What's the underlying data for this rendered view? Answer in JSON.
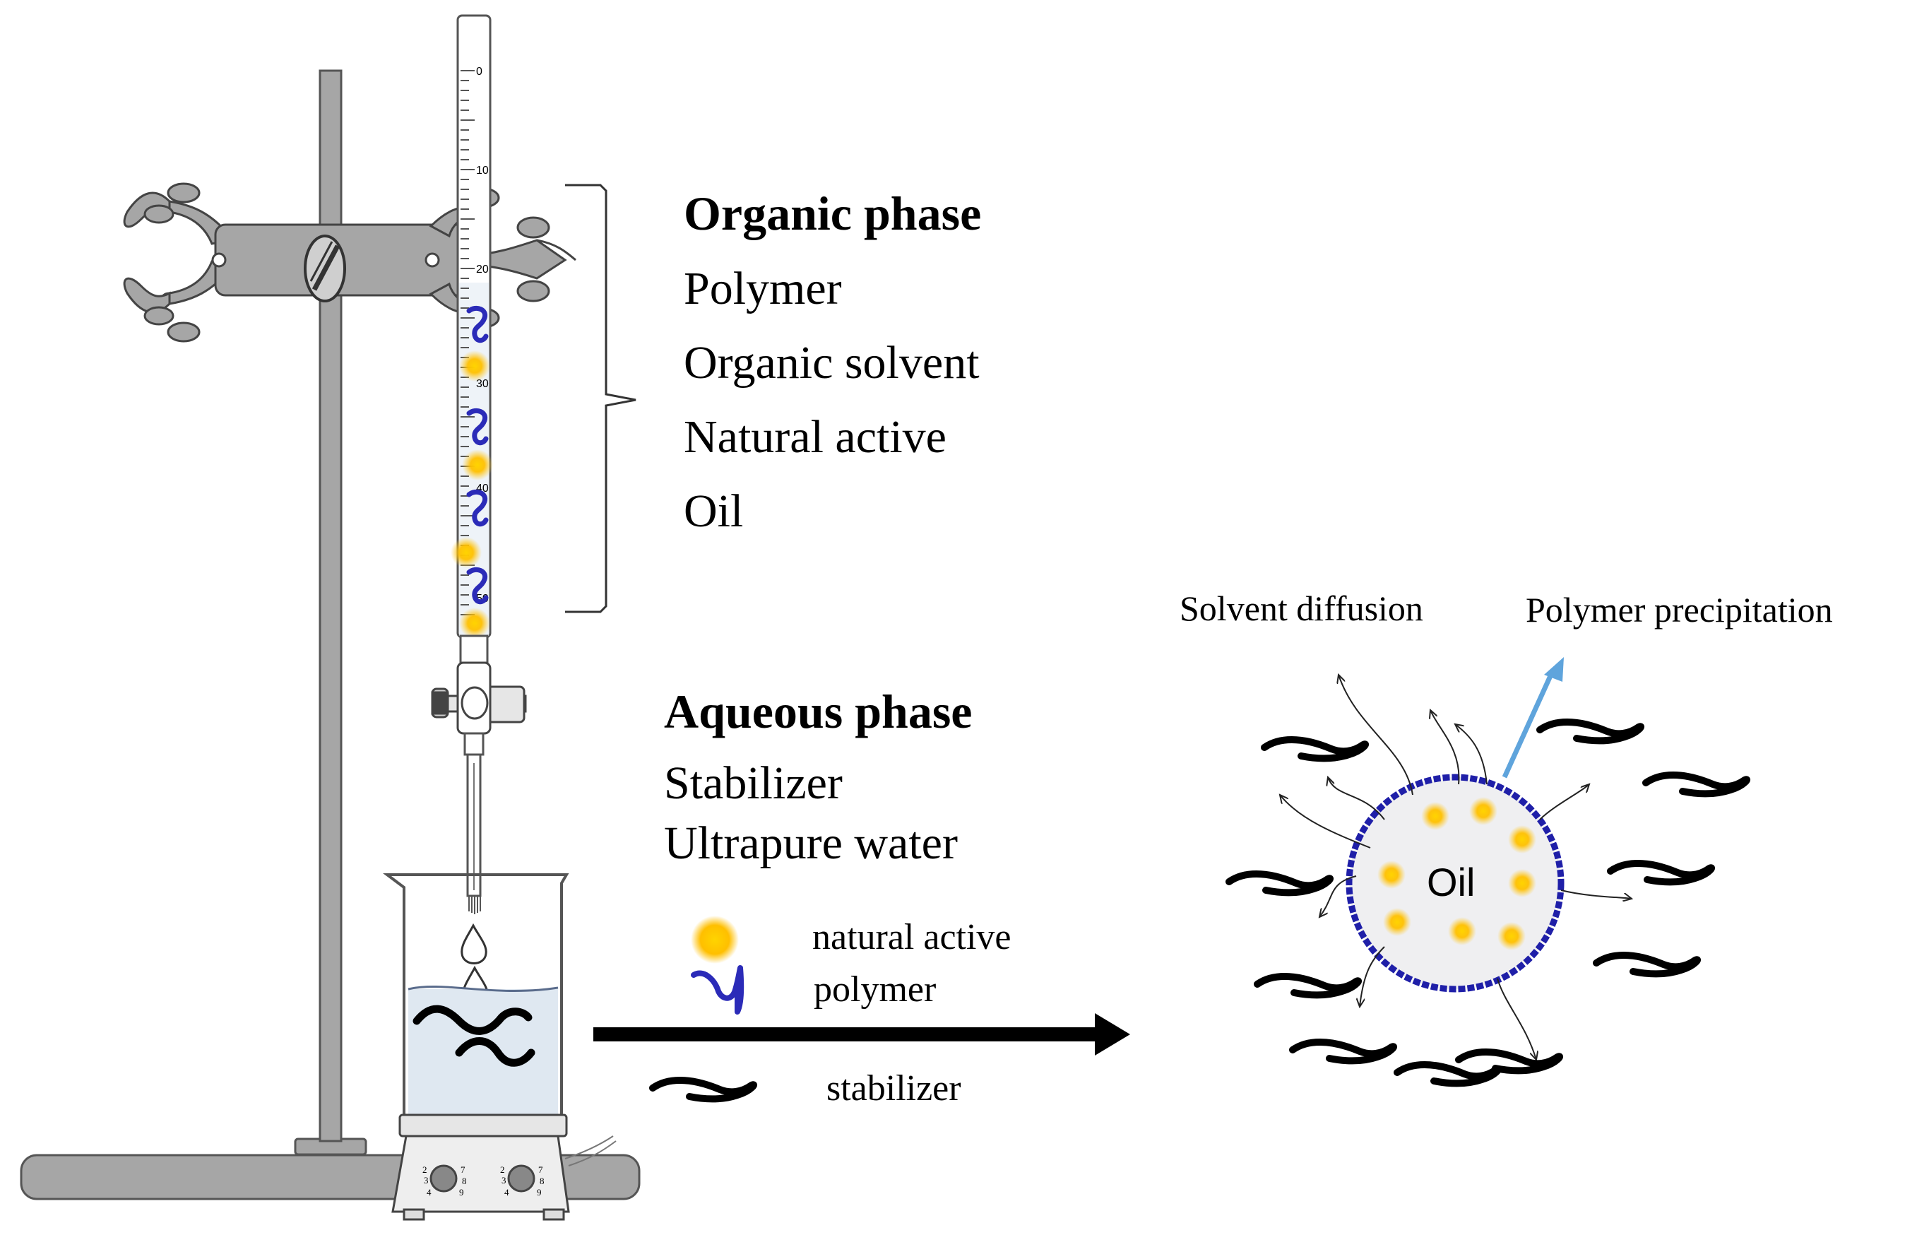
{
  "organic": {
    "heading": "Organic phase",
    "items": [
      "Polymer",
      "Organic solvent",
      "Natural active",
      "Oil"
    ]
  },
  "aqueous": {
    "heading": "Aqueous phase",
    "items": [
      "Stabilizer",
      "Ultrapure water"
    ]
  },
  "legend": {
    "active": "natural active",
    "polymer": "polymer",
    "stabilizer": "stabilizer"
  },
  "particle": {
    "core_label": "Oil",
    "solvent_diffusion": "Solvent diffusion",
    "polymer_precipitation": "Polymer precipitation"
  },
  "burette": {
    "tick_labels": [
      "0",
      "10",
      "20",
      "30",
      "40",
      "50"
    ]
  },
  "colors": {
    "polymer": "#2b2bb8",
    "active_core": "#ffd400",
    "active_glow": "#ffb000",
    "precipitation_arrow": "#5fa4dc",
    "equipment": "#a6a6a6",
    "water": "#dfe8f1"
  }
}
